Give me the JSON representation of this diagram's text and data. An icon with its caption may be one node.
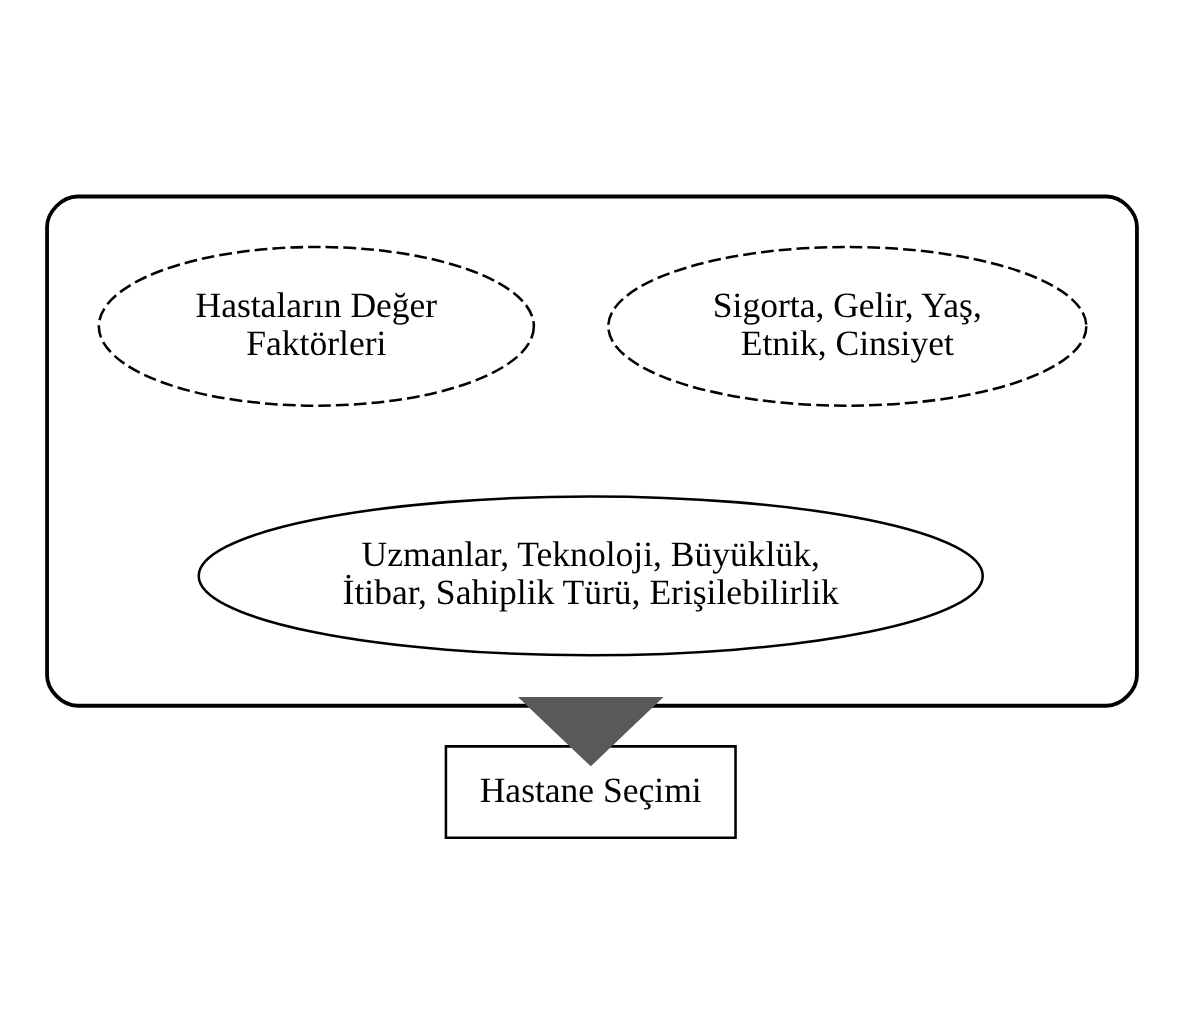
{
  "diagram": {
    "nodes": [
      {
        "text": [],
        "shape": "bowl"
      },
      {
        "text": [
          "Hastaların Değer Faktörleri"
        ],
        "in": 0
      },
      {
        "text": [
          "Sigorta, Gelir, Yaş, Etnik, Cinsiyet"
        ],
        "in": 0
      },
      {
        "text": [
          "Uzmanlar, Teknoloji, Büyüklük, İtibar, Sahiplik Türü, Erişilebilirlik"
        ],
        "in": 0
      },
      {
        "text": [
          "Hastane Seçimi"
        ]
      }
    ],
    "edges": [
      {
        "from": 0,
        "to": 4,
        "arrow": "to",
        "style": "thick",
        "color": "#595959"
      }
    ]
  }
}
